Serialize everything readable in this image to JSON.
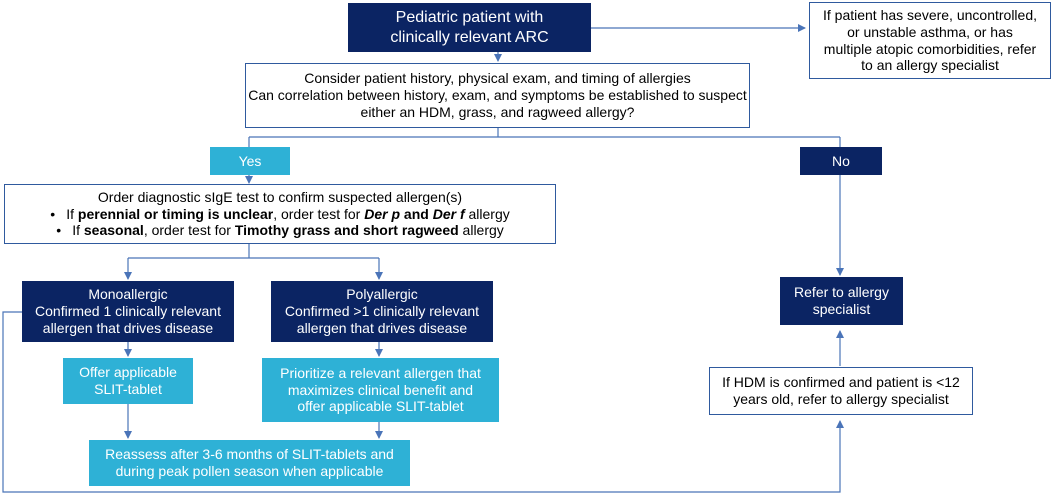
{
  "start": {
    "line1": "Pediatric patient with",
    "line2": "clinically relevant ARC"
  },
  "severe_note": {
    "line1": "If patient has severe, uncontrolled,",
    "line2": "or unstable asthma, or has",
    "line3": "multiple atopic comorbidities, refer",
    "line4": "to an allergy specialist"
  },
  "consider": {
    "line1": "Consider patient history, physical exam, and timing of allergies",
    "line2": "Can correlation between history, exam, and symptoms be established to suspect",
    "line3": "either an HDM, grass, and ragweed allergy?"
  },
  "yes_label": "Yes",
  "no_label": "No",
  "order": {
    "line1": "Order diagnostic sIgE test to confirm suspected allergen(s)",
    "b1_pre": "If ",
    "b1_bold": "perennial or timing is unclear",
    "b1_mid": ", order test for ",
    "b1_it1": "Der p",
    "b1_and": " and ",
    "b1_it2": "Der f",
    "b1_post": " allergy",
    "b2_pre": "If ",
    "b2_bold1": "seasonal",
    "b2_mid": ", order test for ",
    "b2_bold2": "Timothy grass and short ragweed",
    "b2_post": " allergy",
    "bullet": "•"
  },
  "mono": {
    "line1": "Monoallergic",
    "line2": "Confirmed 1 clinically relevant",
    "line3": "allergen that drives disease"
  },
  "poly": {
    "line1": "Polyallergic",
    "line2": "Confirmed >1 clinically relevant",
    "line3": "allergen that drives disease"
  },
  "offer": {
    "line1": "Offer applicable",
    "line2": "SLIT-tablet"
  },
  "prioritize": {
    "line1": "Prioritize a relevant allergen that",
    "line2": "maximizes clinical benefit and",
    "line3": "offer applicable SLIT-tablet"
  },
  "reassess": {
    "line1": "Reassess after 3-6 months of SLIT-tablets and",
    "line2": "during peak pollen season when applicable"
  },
  "refer": {
    "line1": "Refer to allergy",
    "line2": "specialist"
  },
  "hdm_note": {
    "line1": "If HDM is confirmed and patient is <12",
    "line2": "years old, refer to allergy specialist"
  },
  "colors": {
    "navy": "#0b2463",
    "light_blue": "#2eb1d6",
    "connector": "#4a74b8"
  }
}
